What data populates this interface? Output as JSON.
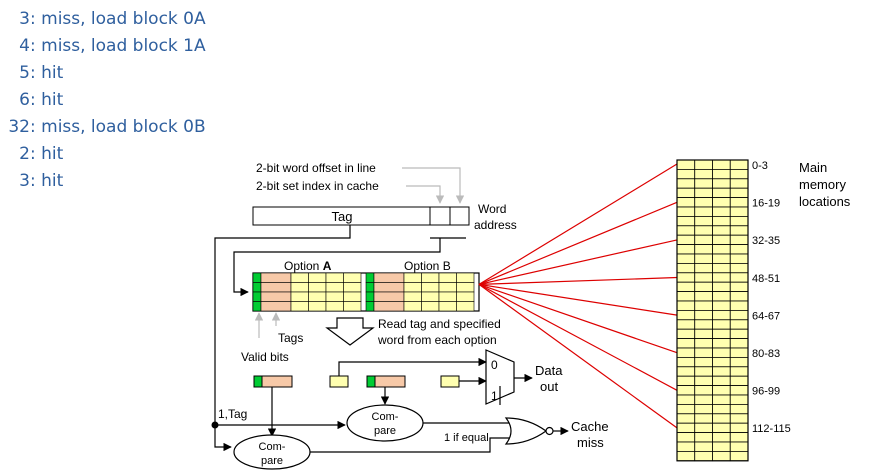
{
  "trace": [
    {
      "num": "3",
      "text": ": miss, load block 0A"
    },
    {
      "num": "4",
      "text": ": miss, load block 1A"
    },
    {
      "num": "5",
      "text": ": hit"
    },
    {
      "num": "6",
      "text": ": hit"
    },
    {
      "num": "32",
      "text": ": miss, load block 0B"
    },
    {
      "num": "2",
      "text": ": hit"
    },
    {
      "num": "3",
      "text": ": hit"
    }
  ],
  "labels": {
    "word_offset": "2-bit word offset in line",
    "set_index": "2-bit set index in cache",
    "tag_field": "Tag",
    "word_address_1": "Word",
    "word_address_2": "address",
    "option_a_prefix": "Option ",
    "option_a_letter": "A",
    "option_b": "Option B",
    "tags": "Tags",
    "valid_bits": "Valid bits",
    "read_1": "Read tag and specified",
    "read_2": "word from each option",
    "mux_0": "0",
    "mux_1": "1",
    "data_out_1": "Data",
    "data_out_2": "out",
    "one_tag": "1,Tag",
    "compare_top_1": "Com-",
    "compare_top_2": "pare",
    "compare_bottom_1": "Com-",
    "compare_bottom_2": "pare",
    "one_if_equal": "1 if equal",
    "cache_miss_1": "Cache",
    "cache_miss_2": "miss",
    "main_memory_1": "Main",
    "main_memory_2": "memory",
    "main_memory_3": "locations"
  },
  "memory": {
    "rows": 32,
    "labels": [
      {
        "row": 0,
        "text": "0-3"
      },
      {
        "row": 4,
        "text": "16-19"
      },
      {
        "row": 8,
        "text": "32-35"
      },
      {
        "row": 12,
        "text": "48-51"
      },
      {
        "row": 16,
        "text": "64-67"
      },
      {
        "row": 20,
        "text": "80-83"
      },
      {
        "row": 24,
        "text": "96-99"
      },
      {
        "row": 28,
        "text": "112-115"
      }
    ]
  },
  "colors": {
    "trace_text": "#2f5f9e",
    "cache_tag": "#f7c9a8",
    "cache_data": "#ffffb0",
    "valid_bit": "#00cc33",
    "mapping_lines": "#dd0000",
    "arrow_gray": "#bbbbbb"
  }
}
